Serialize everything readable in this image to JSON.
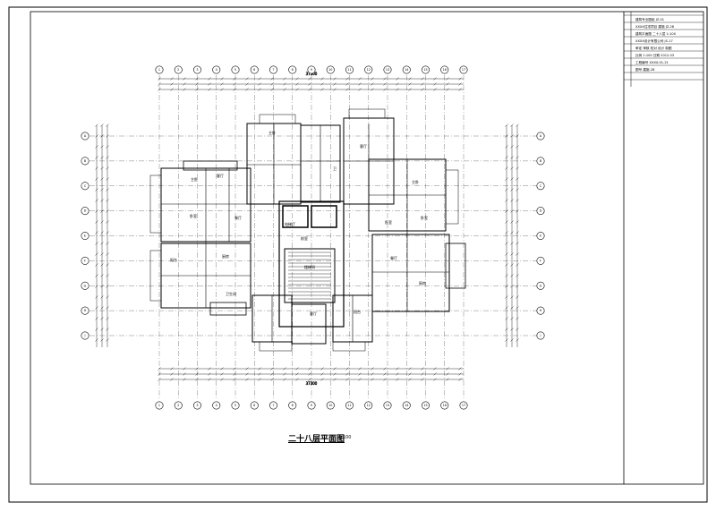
{
  "drawing": {
    "title": "二十八层平面图",
    "scale": "1:100"
  },
  "title_block": {
    "rows": [
      "建筑专业图纸 JZ-01",
      "XXXX住宅项目 建施 JZ-28",
      "建筑平面图 二十八层 1:100",
      "XXXX设计有限公司 JS-17",
      "审定 审核 校对 设计 制图",
      "比例 1:100 日期 2012.03",
      "工程编号 XXXX-01-21",
      "图号 建施-28"
    ]
  },
  "plan": {
    "room_labels": [
      "主卧",
      "卧室",
      "客厅",
      "餐厅",
      "厨房",
      "卫生间",
      "阳台",
      "电梯厅",
      "前室",
      "楼梯间",
      "客厅",
      "主卧",
      "卧室",
      "餐厅",
      "厨房",
      "卫",
      "阳台",
      "客厅",
      "卧室",
      "主卧"
    ],
    "axis_labels_top": [
      "1",
      "2",
      "3",
      "4",
      "5",
      "6",
      "7",
      "8",
      "9",
      "10",
      "11",
      "12",
      "13",
      "14",
      "15",
      "16",
      "17"
    ],
    "axis_labels_left": [
      "A",
      "B",
      "C",
      "D",
      "E",
      "F",
      "G",
      "H",
      "J"
    ],
    "overall_dimension": "37300"
  }
}
